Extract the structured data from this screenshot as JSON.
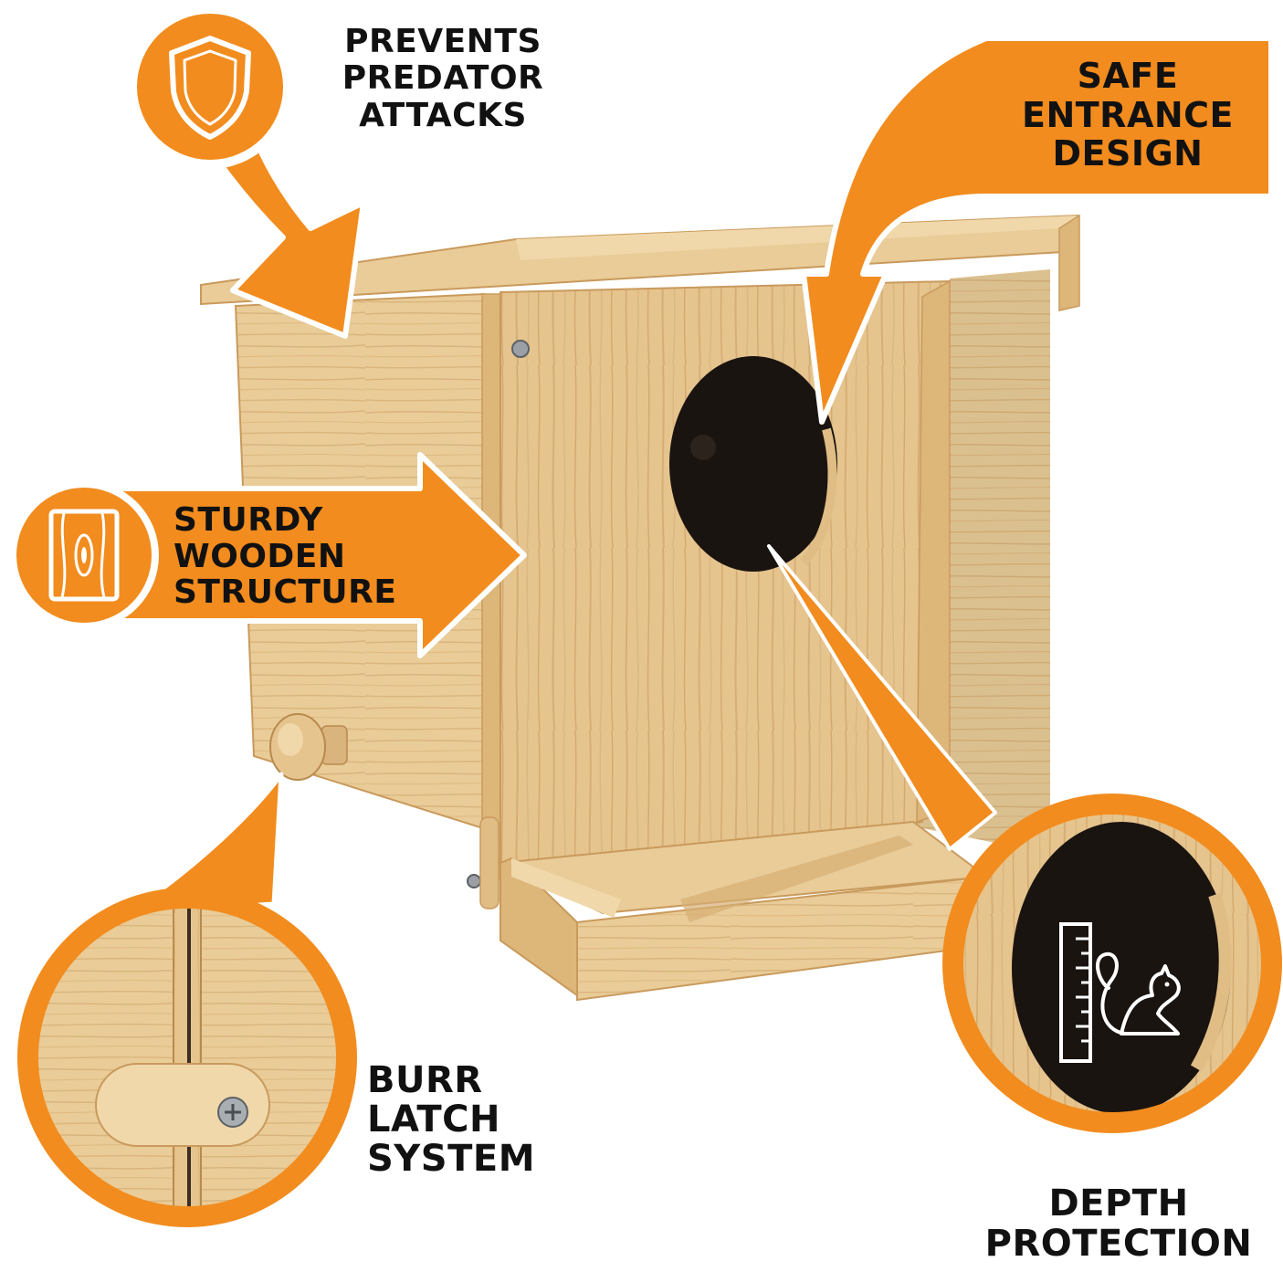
{
  "colors": {
    "accent_orange": "#F28C1E",
    "text": "#111111",
    "wood_light": "#E9CC98",
    "wood_mid": "#DDB67A",
    "wood_dark": "#C99A5C",
    "hole": "#1A1410"
  },
  "icons": [
    "shield-icon",
    "wood-grain-icon",
    "ruler-icon",
    "squirrel-icon"
  ],
  "callouts": {
    "predator": [
      "PREVENTS",
      "PREDATOR",
      "ATTACKS"
    ],
    "entrance": [
      "SAFE",
      "ENTRANCE",
      "DESIGN"
    ],
    "structure": [
      "STURDY",
      "WOODEN",
      "STRUCTURE"
    ],
    "latch": [
      "BURR",
      "LATCH",
      "SYSTEM"
    ],
    "depth": [
      "DEPTH",
      "PROTECTION"
    ]
  }
}
